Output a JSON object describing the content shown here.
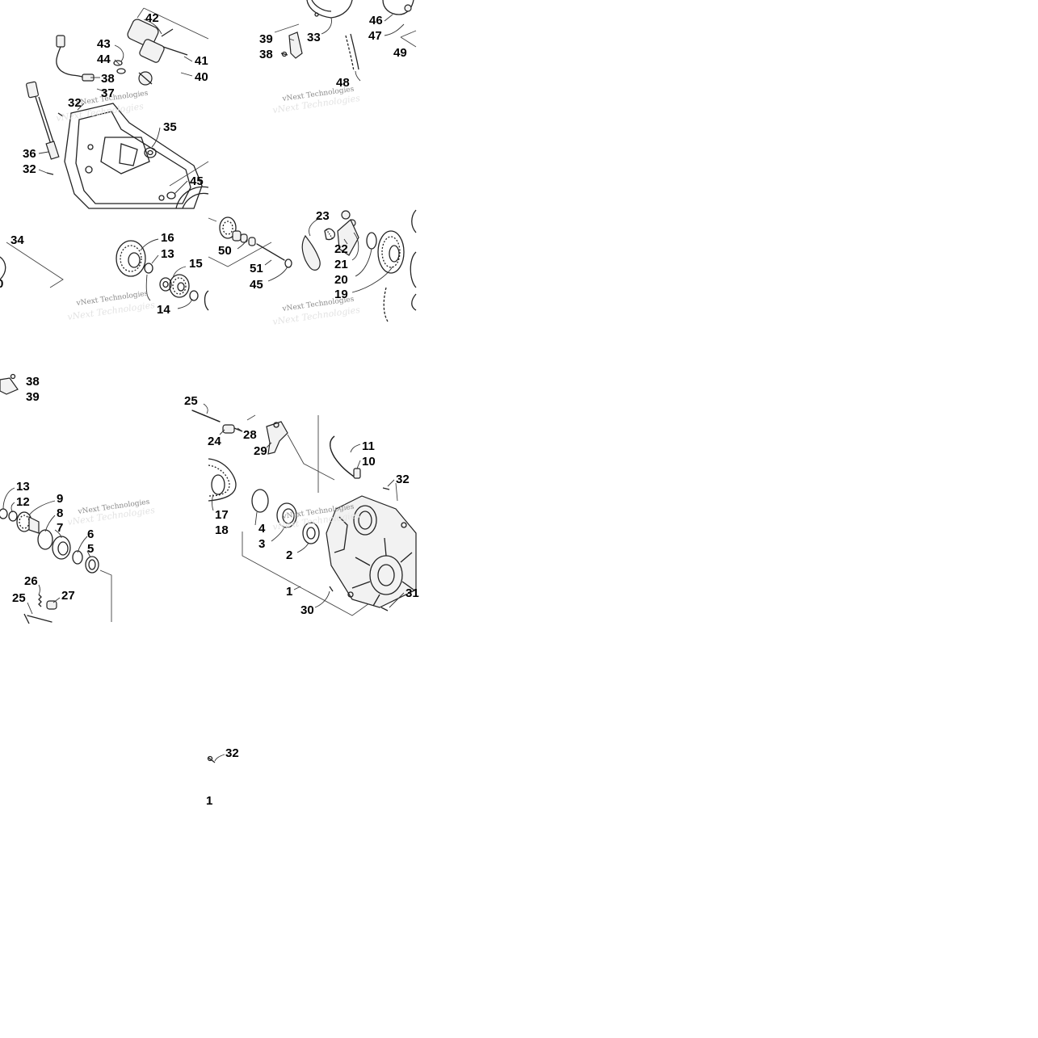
{
  "diagram": {
    "watermark": "vNext Technologies",
    "colors": {
      "line": "#222222",
      "text": "#000000",
      "watermark": "#8a8a8a",
      "background": "#ffffff"
    },
    "tiles": [
      {
        "id": "top-left",
        "callouts": [
          "42",
          "43",
          "44",
          "38",
          "37",
          "41",
          "40",
          "32",
          "35",
          "36",
          "32",
          "45"
        ]
      },
      {
        "id": "top-right",
        "callouts": [
          "46",
          "47",
          "49",
          "39",
          "33",
          "38",
          "48"
        ]
      },
      {
        "id": "middle-left",
        "callouts": [
          "34",
          "16",
          "13",
          "15",
          "14"
        ]
      },
      {
        "id": "middle-right",
        "callouts": [
          "23",
          "22",
          "21",
          "20",
          "19",
          "50",
          "51",
          "45"
        ]
      },
      {
        "id": "lower-left",
        "callouts": [
          "38",
          "39",
          "13",
          "12",
          "9",
          "8",
          "7",
          "6",
          "5",
          "26",
          "27",
          "25"
        ]
      },
      {
        "id": "lower-right",
        "callouts": [
          "25",
          "24",
          "28",
          "29",
          "11",
          "10",
          "32",
          "17",
          "18",
          "4",
          "3",
          "2",
          "1",
          "30",
          "31"
        ]
      },
      {
        "id": "bottom",
        "callouts": [
          "32",
          "1"
        ]
      }
    ]
  }
}
